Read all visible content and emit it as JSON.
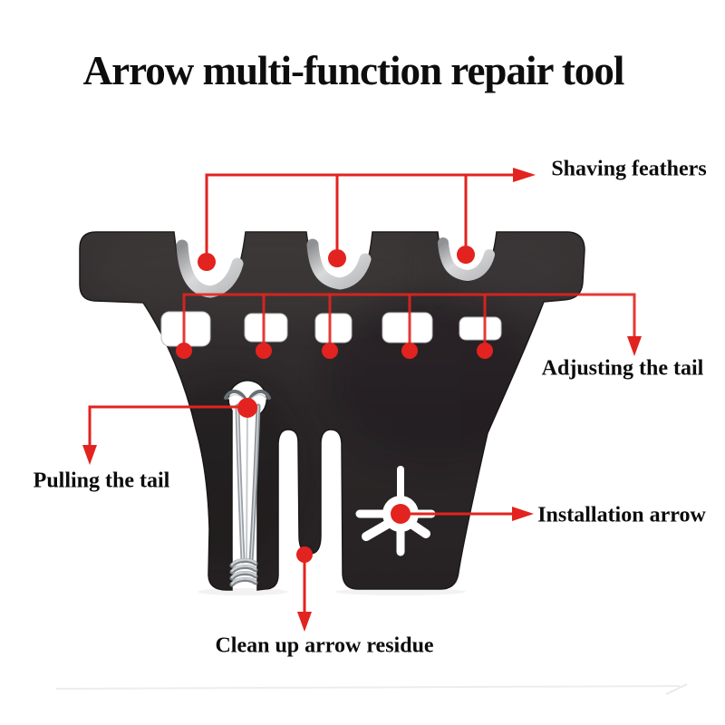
{
  "title": "Arrow multi-function repair tool",
  "labels": {
    "shaving": "Shaving feathers",
    "adjusting": "Adjusting the tail",
    "pulling": "Pulling the tail",
    "installation": "Installation arrow",
    "cleanup": "Clean up arrow residue"
  },
  "annotations": [
    {
      "label": "Shaving feathers",
      "marker_dots": 3,
      "arrow_direction": "right"
    },
    {
      "label": "Adjusting the tail",
      "marker_dots": 5,
      "arrow_direction": "down"
    },
    {
      "label": "Pulling the tail",
      "marker_dots": 1,
      "arrow_direction": "down"
    },
    {
      "label": "Installation arrow",
      "marker_dots": 1,
      "arrow_direction": "right"
    },
    {
      "label": "Clean up arrow residue",
      "marker_dots": 1,
      "arrow_direction": "down"
    }
  ],
  "tool_features": {
    "feather_notches": 3,
    "square_holes": 5,
    "keyhole_slot_with_clip": 1,
    "star_cutout": 1,
    "cleanup_slot": 1
  },
  "colors": {
    "annotation_red": "#e2231f",
    "body_black": "#2d292a",
    "metal_silver": "#c3c7cb",
    "background": "#ffffff"
  }
}
